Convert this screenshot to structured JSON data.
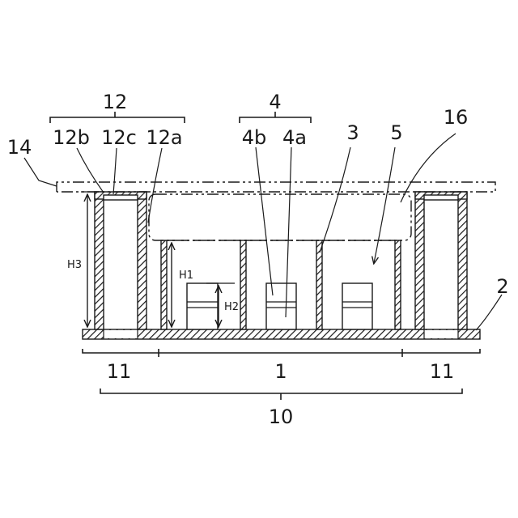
{
  "labels": {
    "l12": "12",
    "l12b": "12b",
    "l12c": "12c",
    "l12a": "12a",
    "l4": "4",
    "l4b": "4b",
    "l4a": "4a",
    "l3": "3",
    "l5": "5",
    "l16": "16",
    "l14": "14",
    "l2": "2",
    "lH3": "H3",
    "lH1": "H1",
    "lH2": "H2",
    "l11_left": "11",
    "l1": "1",
    "l11_right": "11",
    "l10": "10"
  },
  "colors": {
    "line": "#1a1a1a",
    "background": "#ffffff"
  }
}
